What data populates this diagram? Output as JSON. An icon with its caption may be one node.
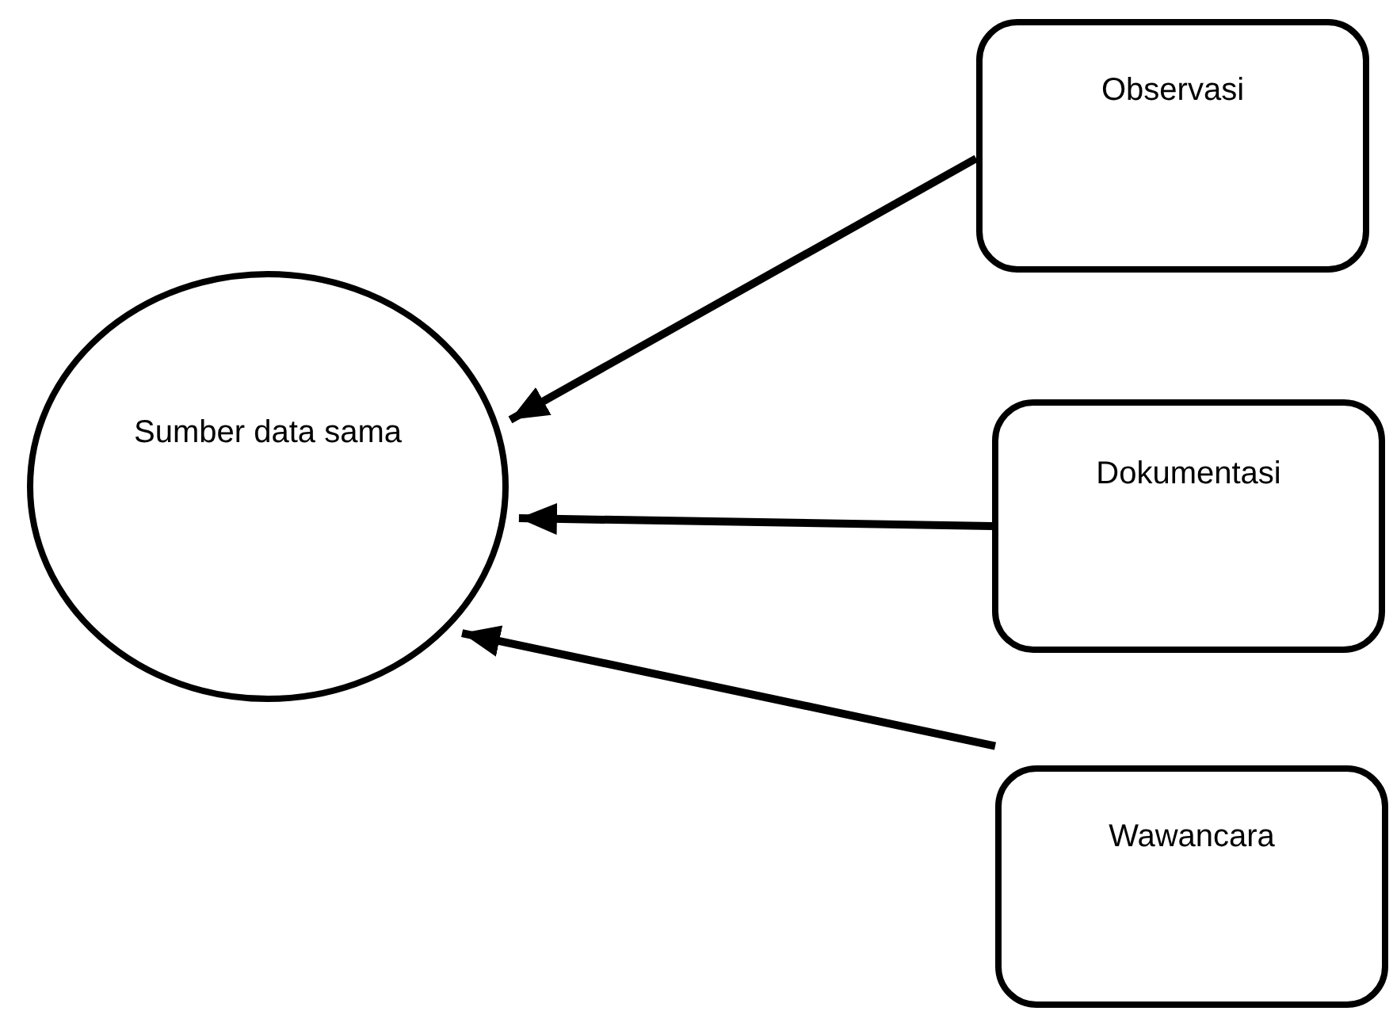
{
  "diagram": {
    "nodes": [
      {
        "text": [
          "Sumber data sama"
        ]
      },
      {
        "text": [
          "Observasi"
        ]
      },
      {
        "text": [
          "Dokumentasi"
        ]
      },
      {
        "text": [
          "Wawancara"
        ]
      }
    ],
    "edges": [
      {
        "from": 1,
        "to": 0,
        "arrow": "to"
      },
      {
        "from": 2,
        "to": 0,
        "arrow": "to"
      },
      {
        "from": 3,
        "to": 0,
        "arrow": "to"
      }
    ]
  }
}
